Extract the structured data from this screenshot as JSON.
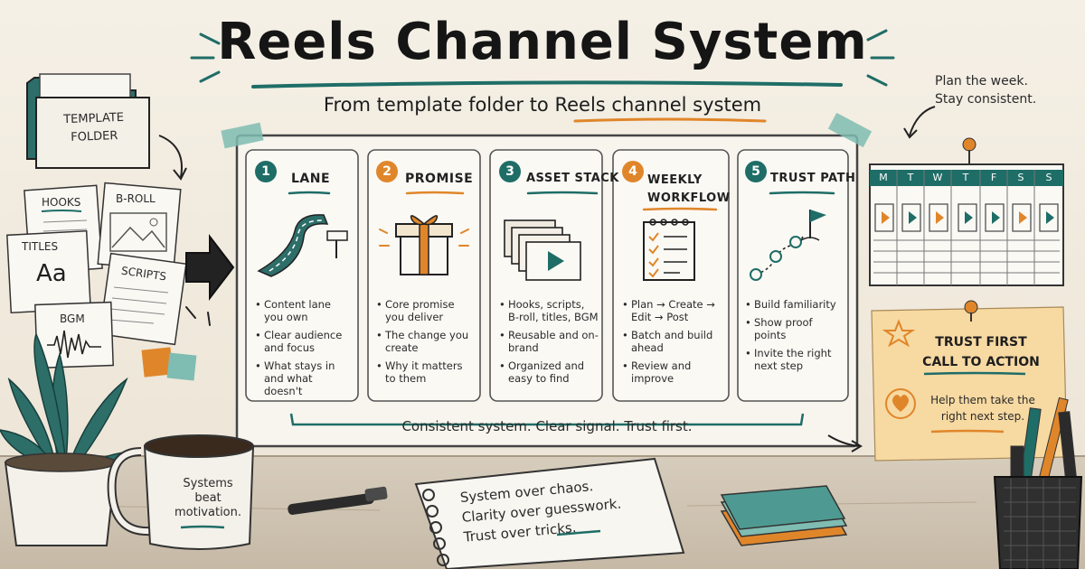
{
  "title": "Reels Channel System",
  "subtitle_prefix": "From template folder to ",
  "subtitle_highlight": "Reels channel system",
  "folder_label_line1": "TEMPLATE",
  "folder_label_line2": "FOLDER",
  "templates": {
    "hooks": "HOOKS",
    "broll": "B-ROLL",
    "titles": "TITLES",
    "titles_glyph": "Aa",
    "scripts": "SCRIPTS",
    "bgm": "BGM"
  },
  "cards": [
    {
      "num": "1",
      "title": "LANE",
      "bullets": [
        "Content lane you own",
        "Clear audience and focus",
        "What stays in and what doesn't"
      ]
    },
    {
      "num": "2",
      "title": "PROMISE",
      "bullets": [
        "Core promise you deliver",
        "The change you create",
        "Why it matters to them"
      ]
    },
    {
      "num": "3",
      "title": "ASSET STACK",
      "bullets": [
        "Hooks, scripts, B-roll, titles, BGM",
        "Reusable and on-brand",
        "Organized and easy to find"
      ]
    },
    {
      "num": "4",
      "title": "WEEKLY WORKFLOW",
      "bullets": [
        "Plan → Create → Edit → Post",
        "Batch and build ahead",
        "Review and improve"
      ]
    },
    {
      "num": "5",
      "title": "TRUST PATH",
      "bullets": [
        "Build familiarity",
        "Show proof points",
        "Invite the right next step"
      ]
    }
  ],
  "board_footer": "Consistent system. Clear signal. Trust first.",
  "plan_note": [
    "Plan the week.",
    "Stay consistent."
  ],
  "calendar_days": [
    "M",
    "T",
    "W",
    "T",
    "F",
    "S",
    "S"
  ],
  "cta": {
    "title_line1": "TRUST FIRST",
    "title_line2": "CALL TO ACTION",
    "body_line1": "Help them take the",
    "body_line2": "right next step."
  },
  "mug_text": [
    "Systems",
    "beat",
    "motivation."
  ],
  "notebook_text": [
    "System over chaos.",
    "Clarity over guesswork.",
    "Trust over tricks."
  ],
  "colors": {
    "teal": "#1f6d67",
    "orange": "#e0862a",
    "background": "#f3ede2",
    "sticky": "#f7d9a2"
  }
}
